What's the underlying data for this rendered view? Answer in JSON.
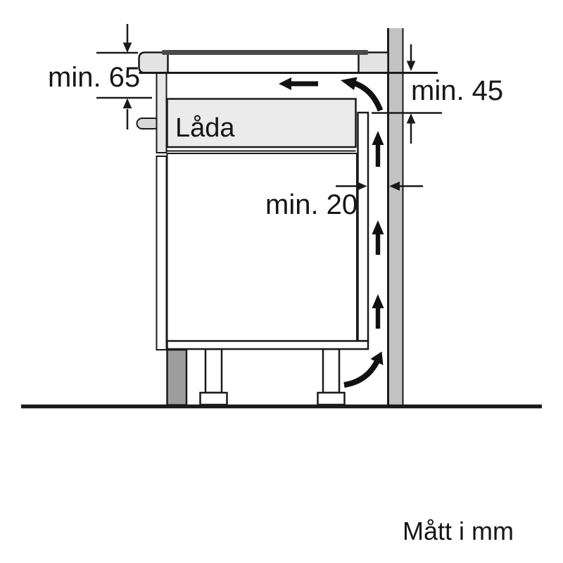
{
  "diagram": {
    "units_note": "Mått i mm",
    "labels": {
      "top_clearance": "min. 65",
      "rear_vent_clearance": "min. 45",
      "wall_gap": "min. 20",
      "drawer": "Låda"
    },
    "colors": {
      "line": "#1a1a1a",
      "worktop": "#e3e3e3",
      "hob_glass": "#4a4a4a",
      "drawer_front": "#e8e8e8",
      "drawer_box": "#ebebeb",
      "handle": "#d8d8d8",
      "wall": "#c3c3c3",
      "plinth": "#9e9e9e"
    }
  }
}
